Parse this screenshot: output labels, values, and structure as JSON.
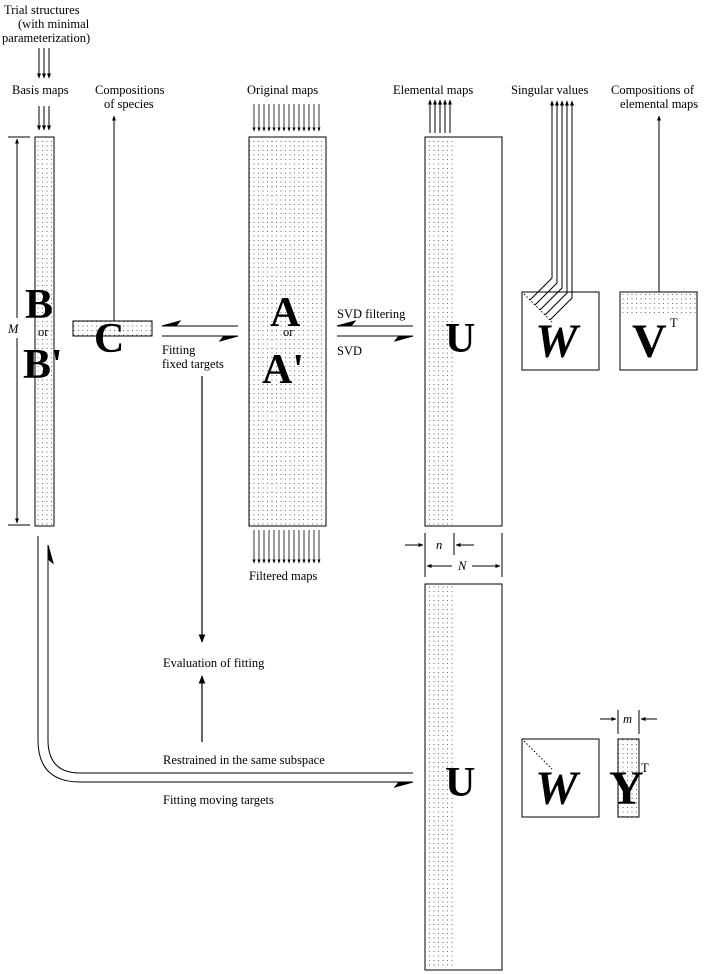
{
  "labels": {
    "trial_1": "Trial structures",
    "trial_2": "(with minimal",
    "trial_3": "parameterization)",
    "basis_maps": "Basis maps",
    "comp_species_1": "Compositions",
    "comp_species_2": "of species",
    "original_maps": "Original maps",
    "elemental_maps": "Elemental maps",
    "singular_values": "Singular values",
    "comp_elemental_1": "Compositions of",
    "comp_elemental_2": "elemental maps",
    "svd_filtering": "SVD filtering",
    "svd": "SVD",
    "fitting_fixed_1": "Fitting",
    "fitting_fixed_2": "fixed targets",
    "filtered_maps": "Filtered maps",
    "evaluation": "Evaluation of fitting",
    "restrained": "Restrained in the same subspace",
    "fitting_moving": "Fitting moving targets"
  },
  "matrices": {
    "B": "B",
    "B_prime": "B'",
    "or_b": "or",
    "C": "C",
    "A": "A",
    "A_prime": "A'",
    "or_a": "or",
    "U_top": "U",
    "W_top": "W",
    "V": "V",
    "V_sup": "T",
    "U_bottom": "U",
    "W_bottom": "W",
    "Y": "Y",
    "Y_sup": "T"
  },
  "dimensions": {
    "M": "M",
    "n": "n",
    "N": "N",
    "m": "m"
  }
}
